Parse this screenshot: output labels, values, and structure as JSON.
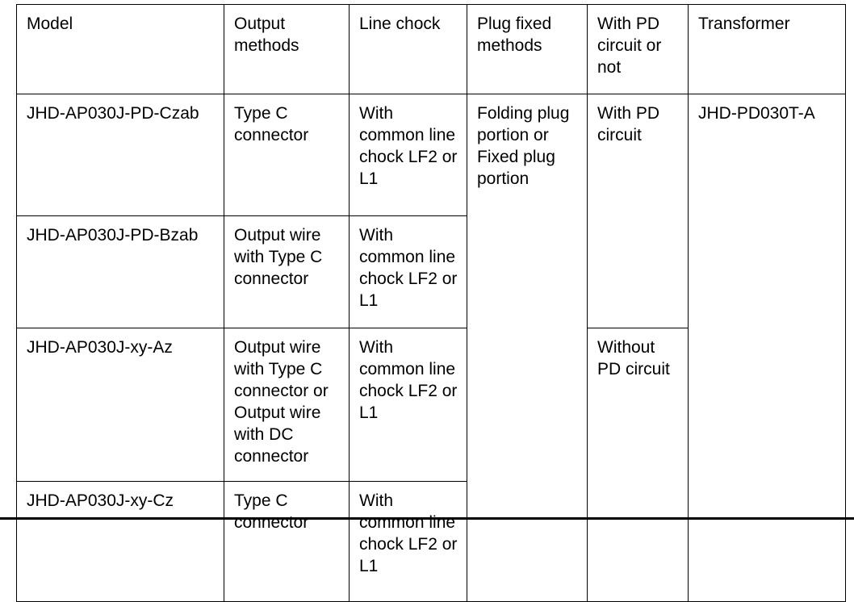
{
  "table": {
    "caption": "",
    "columns": [
      {
        "key": "model",
        "label": "Model"
      },
      {
        "key": "output",
        "label": "Output methods"
      },
      {
        "key": "chock",
        "label": "Line chock"
      },
      {
        "key": "plug",
        "label": "Plug fixed methods"
      },
      {
        "key": "pd",
        "label": "With PD circuit or not"
      },
      {
        "key": "transformer",
        "label": "Transformer"
      }
    ],
    "rows": [
      {
        "model": "JHD-AP030J-PD-Czab",
        "output": "Type C connector",
        "chock": "With common line chock LF2 or L1",
        "plug": "Folding plug portion or Fixed plug portion",
        "pd": "With PD circuit",
        "transformer": "JHD-PD030T-A"
      },
      {
        "model": "JHD-AP030J-PD-Bzab",
        "output": "Output wire with Type C connector",
        "chock": "With common line chock LF2 or L1"
      },
      {
        "model": "JHD-AP030J-xy-Az",
        "output": "Output wire with Type C connector or Output wire with DC connector",
        "chock": "With common line chock LF2 or L1",
        "pd": "Without PD circuit"
      },
      {
        "model": "JHD-AP030J-xy-Cz",
        "output": "Type C connector",
        "chock": "With common line chock LF2 or L1"
      }
    ]
  },
  "colors": {
    "text": "#000000",
    "border": "#000000",
    "background": "#ffffff"
  }
}
